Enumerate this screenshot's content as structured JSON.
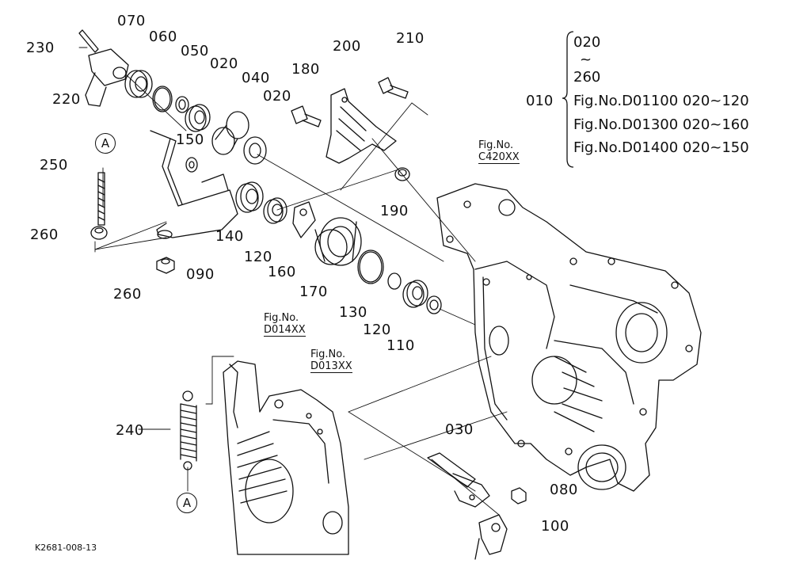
{
  "parts": {
    "p230": "230",
    "p070": "070",
    "p060": "060",
    "p050": "050",
    "p020a": "020",
    "p040": "040",
    "p180": "180",
    "p200": "200",
    "p210": "210",
    "p220": "220",
    "p150": "150",
    "p020b": "020",
    "p250": "250",
    "p260a": "260",
    "p140": "140",
    "p120a": "120",
    "p190": "190",
    "p090": "090",
    "p160": "160",
    "p260b": "260",
    "p170": "170",
    "p130": "130",
    "p120b": "120",
    "p110": "110",
    "p240": "240",
    "p030": "030",
    "p080": "080",
    "p100": "100"
  },
  "callouts": {
    "a_top": "A",
    "a_bottom": "A"
  },
  "refs": {
    "c420": [
      "Fig.No.",
      "C420XX"
    ],
    "d014": [
      "Fig.No.",
      "D014XX"
    ],
    "d013": [
      "Fig.No.",
      "D013XX"
    ]
  },
  "legend": {
    "range_start": "020",
    "tilde": "~",
    "range_end": "260",
    "key": "010",
    "lines": [
      "Fig.No.D01100  020~120",
      "Fig.No.D01300  020~160",
      "Fig.No.D01400  020~150"
    ]
  },
  "drawing_code": "K2681-008-13"
}
